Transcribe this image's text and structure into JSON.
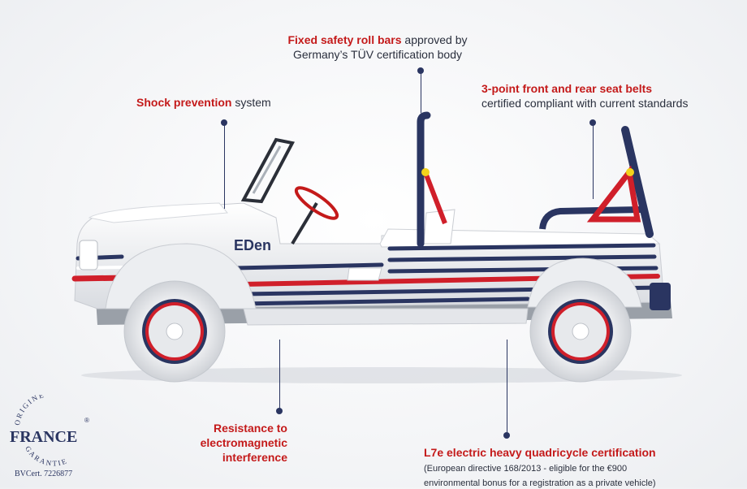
{
  "callouts": {
    "roll_bars": {
      "bold": "Fixed safety roll bars",
      "rest1": " approved by",
      "rest2": "Germany’s TÜV certification body"
    },
    "shock": {
      "bold": "Shock prevention",
      "rest": " system"
    },
    "seat_belts": {
      "bold": "3-point front and rear seat belts",
      "rest": "certified compliant with current standards"
    },
    "emi": {
      "line1": "Resistance to",
      "line2": "electromagnetic",
      "line3": "interference"
    },
    "l7e": {
      "bold": "L7e electric heavy quadricycle certification",
      "small1": "(European directive 168/2013 - eligible for the €900",
      "small2": "environmental bonus for a registration as a private vehicle)"
    }
  },
  "brand_logo_text": "EDen",
  "badge": {
    "top_text": "ORIGINE",
    "main_text": "FRANCE",
    "bottom_text": "GARANTIE",
    "registered": "®",
    "cert": "BVCert. 7226877"
  },
  "colors": {
    "accent_red": "#c41a1a",
    "navy": "#2a3561",
    "body_white": "#f1f2f4"
  },
  "icons": {
    "leader_dot": "dot"
  }
}
